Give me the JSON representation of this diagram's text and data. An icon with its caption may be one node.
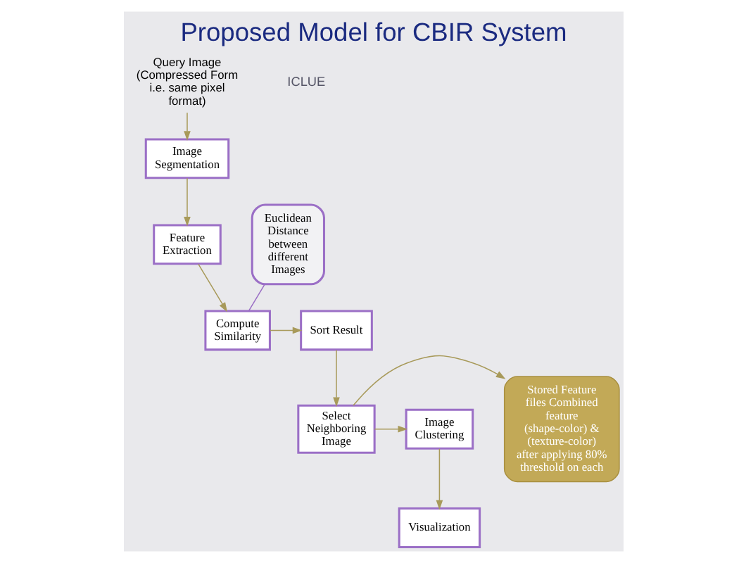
{
  "diagram": {
    "title": "Proposed Model for CBIR System",
    "nodes": [
      {
        "text": [
          "Query Image (Compressed Form i.e. same pixel format)"
        ]
      },
      {
        "text": [
          "Image Segmentation"
        ]
      },
      {
        "text": [
          "Feature Extraction"
        ]
      },
      {
        "text": [
          "Compute Similarity"
        ]
      },
      {
        "text": [
          "Sort Result"
        ]
      },
      {
        "text": [
          "Select Neighboring Image"
        ]
      },
      {
        "text": [
          "Stored Feature files Combined feature (shape-color) & (texture-color) after applying 80% threshold on each"
        ]
      },
      {
        "text": [
          "Image Clustering"
        ]
      },
      {
        "text": [
          "Visualization"
        ]
      },
      {
        "text": [
          "Euclidean Distance between different Images"
        ]
      }
    ],
    "edges": [
      {
        "from": 0,
        "to": 1,
        "arrow": "to"
      },
      {
        "from": 1,
        "to": 2,
        "arrow": "to"
      },
      {
        "from": 2,
        "to": 3,
        "arrow": "to"
      },
      {
        "from": 3,
        "to": 4,
        "arrow": "to"
      },
      {
        "from": 4,
        "to": 5,
        "arrow": "to"
      },
      {
        "from": 5,
        "to": 6,
        "arrow": "to"
      },
      {
        "from": 5,
        "to": 7,
        "arrow": "to"
      },
      {
        "from": 7,
        "to": 8,
        "arrow": "to"
      },
      {
        "from": 9,
        "to": 3,
        "arrow": "none",
        "color": "#9b6fc6"
      }
    ],
    "labels": [
      "ICLUE"
    ]
  }
}
